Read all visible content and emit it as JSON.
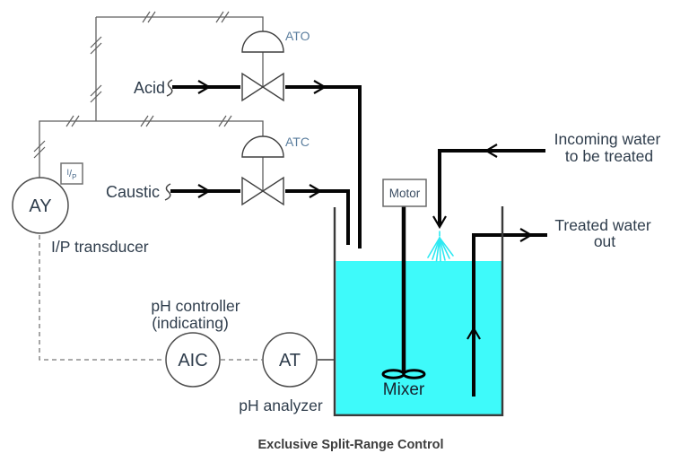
{
  "diagram": {
    "caption": "Exclusive Split-Range Control",
    "feed_lines": {
      "acid": {
        "label": "Acid",
        "actuator": "ATO"
      },
      "caustic": {
        "label": "Caustic",
        "actuator": "ATC"
      }
    },
    "instruments": {
      "transducer": {
        "tag": "AY",
        "box_i": "I",
        "box_slash": "/",
        "box_p": "P",
        "description": "I/P transducer"
      },
      "controller": {
        "tag": "AIC",
        "description_line1": "pH controller",
        "description_line2": "(indicating)"
      },
      "analyzer": {
        "tag": "AT",
        "description": "pH analyzer"
      }
    },
    "equipment": {
      "motor_label": "Motor",
      "mixer_label": "Mixer"
    },
    "streams": {
      "incoming_line1": "Incoming water",
      "incoming_line2": "to be treated",
      "treated_line1": "Treated water",
      "treated_line2": "out"
    },
    "colors": {
      "water": "#3efafa",
      "spray": "#2de9f2",
      "pipe": "#050505",
      "signal_line": "#5f5f5f",
      "label_text": "#2f3d4c",
      "actuator_text": "#5b7e9e",
      "caption_text": "#3d3d3d"
    }
  }
}
